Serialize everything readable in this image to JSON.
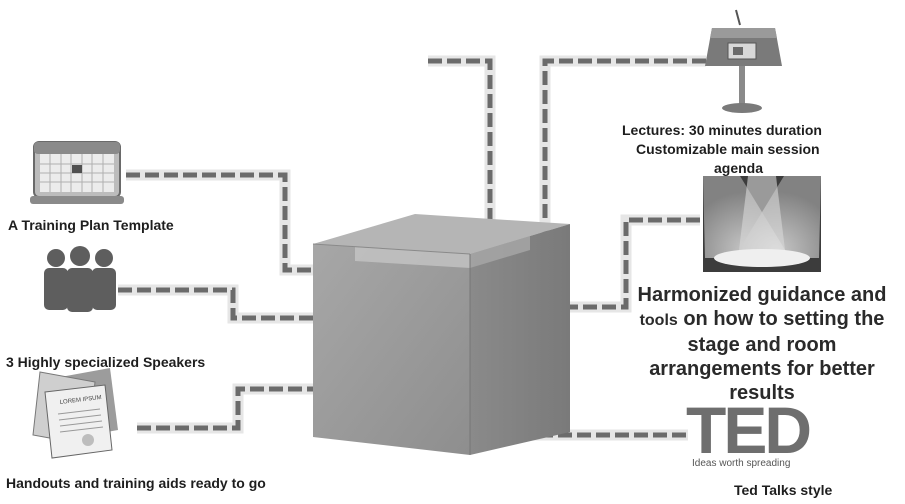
{
  "labels": {
    "lectures_line1": "Lectures: 30 minutes duration",
    "lectures_line2": "Customizable main session",
    "lectures_line3": "agenda",
    "training_plan": "A Training Plan Template",
    "speakers": "3 Highly specialized Speakers",
    "handouts": "Handouts and training aids ready to go",
    "ted_style": "Ted Talks style"
  },
  "guidance": {
    "word1": "tools",
    "text1": "Harmonized guidance and",
    "text2": " on how to setting the",
    "text3": "stage and room",
    "text4": "arrangements for better",
    "text5": "results"
  },
  "ted_logo": {
    "text": "TED",
    "tagline": "Ideas worth spreading"
  },
  "handout_doc_text": "LOREM IPSUM",
  "icons": [
    "calendar-icon",
    "speakers-icon",
    "handouts-icon",
    "lectern-icon",
    "spotlight-icon",
    "ted-logo",
    "box-image"
  ],
  "colors": {
    "dash": "#6b6b6b",
    "glow": "#e4e4e4",
    "text": "#1e1e1e",
    "box": "#9a9a9a"
  }
}
